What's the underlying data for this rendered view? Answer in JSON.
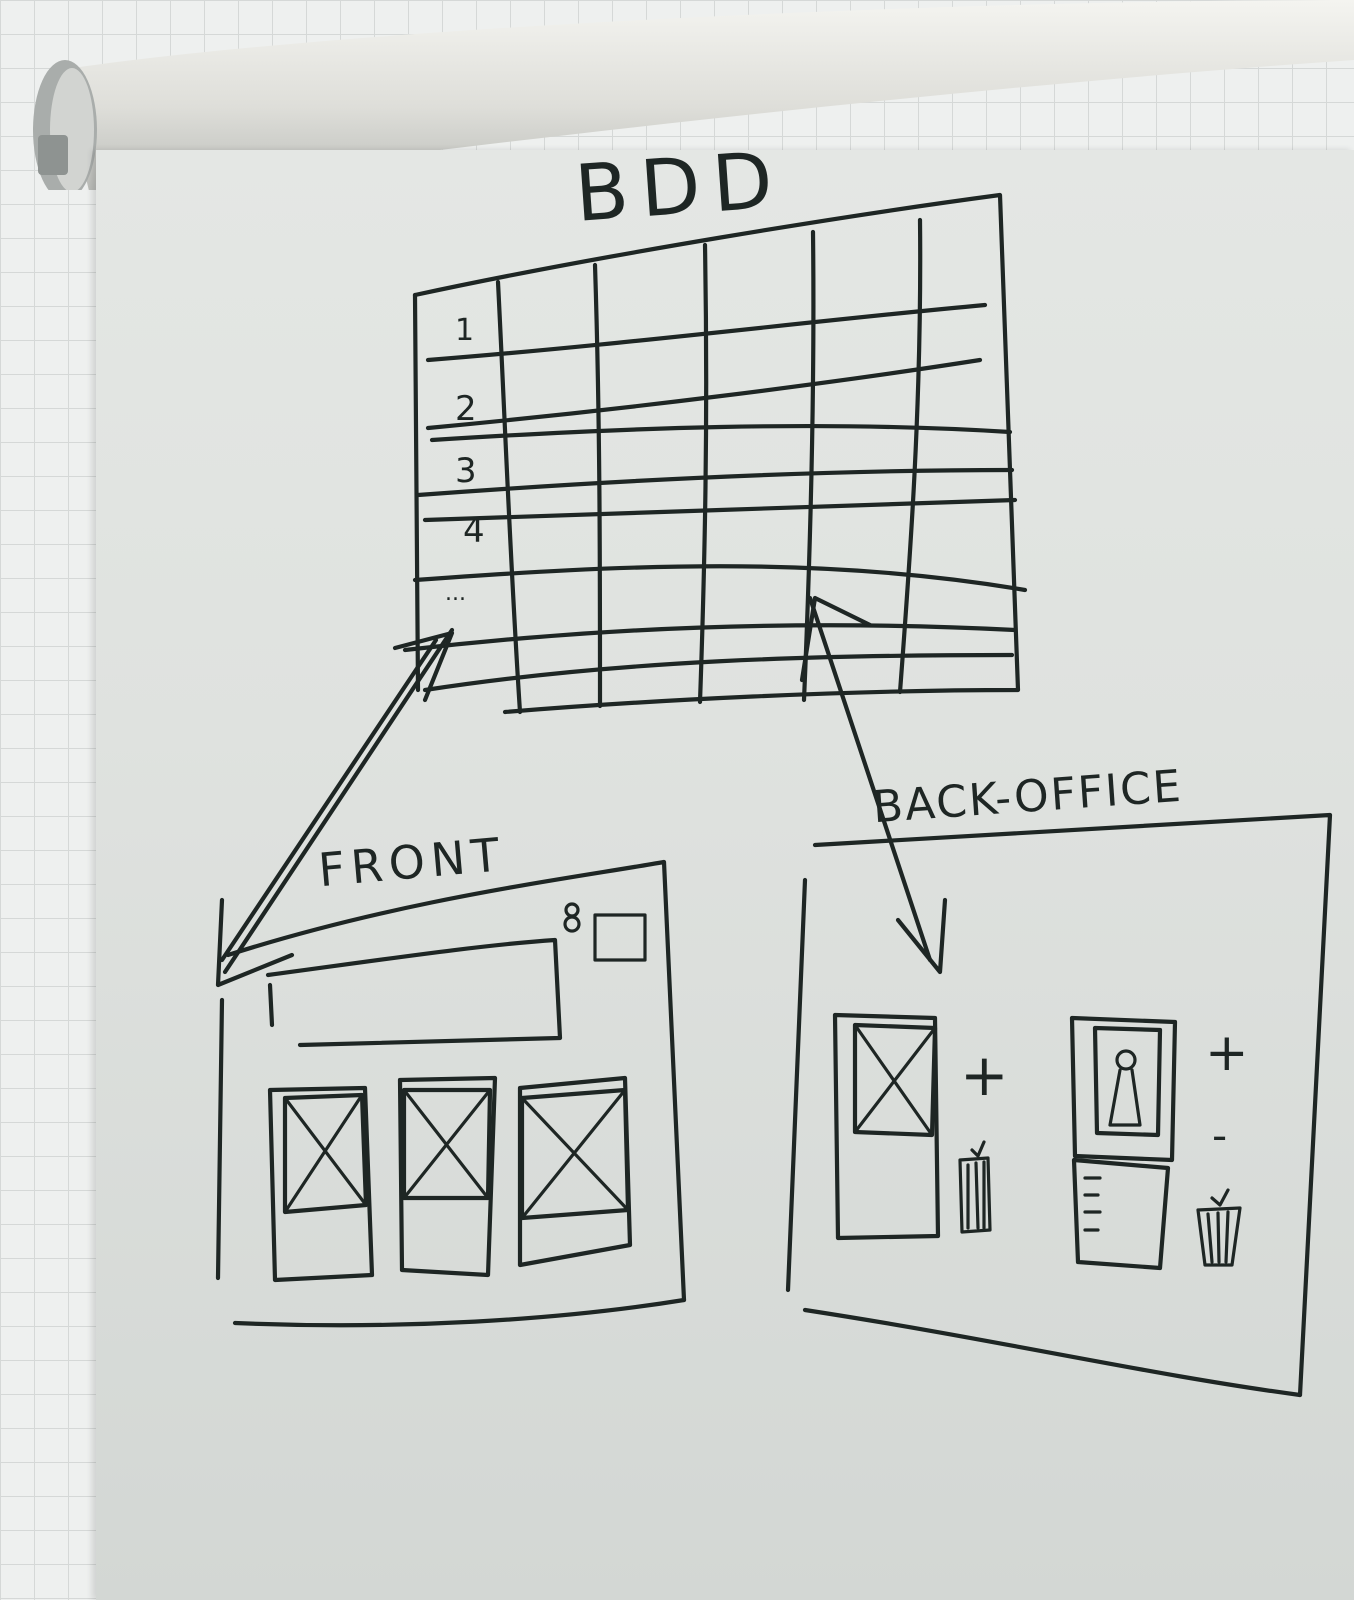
{
  "diagram": {
    "title": "BDD",
    "row_numbers": [
      "1",
      "2",
      "3",
      "4",
      "..."
    ],
    "front_label": "FRONT",
    "back_office_label": "BACK-OFFICE",
    "plus_sign": "+",
    "minus_sign": "-"
  },
  "colors": {
    "ink": "#1e2624",
    "paper": "#e2e5e2",
    "wall_grid": "#d5d8d7"
  },
  "icons": [
    "image-placeholder-icon",
    "user-icon",
    "trash-icon",
    "plus-icon",
    "minus-icon",
    "list-icon"
  ]
}
